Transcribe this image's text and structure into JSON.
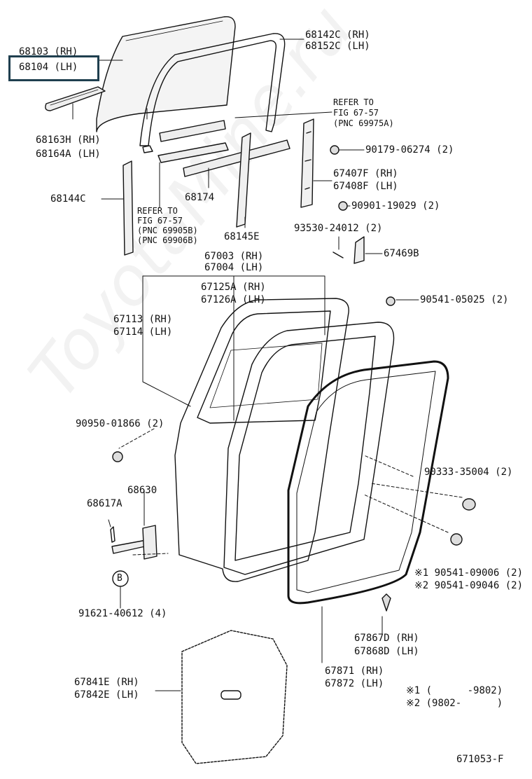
{
  "diagram_id": "671053-F",
  "watermark": "ToyotaMine.ru",
  "selected_part": "68104 (LH)",
  "labels": {
    "l68103": "68103 (RH)",
    "l68104": "68104 (LH)",
    "l68142c": "68142C (RH)",
    "l68152c": "68152C (LH)",
    "refer1_a": "REFER TO",
    "refer1_b": "FIG 67-57",
    "refer1_c": "(PNC 69975A)",
    "l68163h": "68163H (RH)",
    "l68164a": "68164A (LH)",
    "l90179": "90179-06274 (2)",
    "l67407f": "67407F (RH)",
    "l67408f": "67408F (LH)",
    "l68144c": "68144C",
    "l68174": "68174",
    "l90901": "90901-19029 (2)",
    "refer2_a": "REFER TO",
    "refer2_b": "FIG 67-57",
    "refer2_c": "(PNC 69905B)",
    "refer2_d": "(PNC 69906B)",
    "l68145e": "68145E",
    "l93530": "93530-24012 (2)",
    "l67003": "67003 (RH)",
    "l67004": "67004 (LH)",
    "l67469b": "67469B",
    "l67125a": "67125A (RH)",
    "l67126a": "67126A (LH)",
    "l90541a": "90541-05025 (2)",
    "l67113": "67113 (RH)",
    "l67114": "67114 (LH)",
    "l90950": "90950-01866 (2)",
    "l68630": "68630",
    "l90333": "90333-35004 (2)",
    "l68617a": "68617A",
    "l90541b": "※1 90541-09006 (2)",
    "l90541c": "※2 90541-09046 (2)",
    "b_marker": "B",
    "l91621": "91621-40612 (4)",
    "l67867d": "67867D (RH)",
    "l67868d": "67868D (LH)",
    "l67871": "67871 (RH)",
    "l67872": "67872 (LH)",
    "l67841e": "67841E (RH)",
    "l67842e": "67842E (LH)",
    "note1": "※1 (      -9802)",
    "note2": "※2 (9802-      )"
  }
}
